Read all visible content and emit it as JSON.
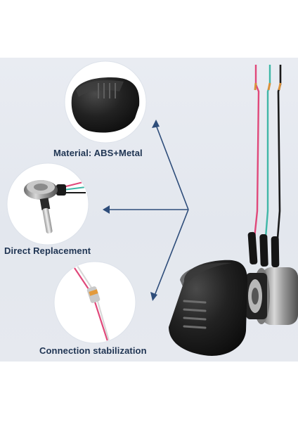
{
  "callouts": [
    {
      "label": "Material: ABS+Metal",
      "subject": "knob-closeup"
    },
    {
      "label": "Direct Replacement",
      "subject": "potentiometer-closeup"
    },
    {
      "label": "Connection stabilization",
      "subject": "wire-joint-closeup"
    }
  ],
  "colors": {
    "background_band": "#e5e8ee",
    "arrow": "#2e4d7a",
    "label_text": "#1f3452",
    "knob": "#1c1c1c",
    "wire_red": "#e0487a",
    "wire_teal": "#3fb7a7",
    "wire_black": "#1a1a1a"
  }
}
